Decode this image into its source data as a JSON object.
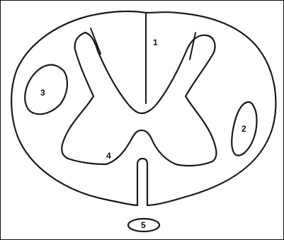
{
  "labels": {
    "l1": "1",
    "l2": "2",
    "l3": "3",
    "l4": "4",
    "l5": "5"
  },
  "colors": {
    "stroke": "#1a1a1a",
    "background": "#ffffff"
  }
}
